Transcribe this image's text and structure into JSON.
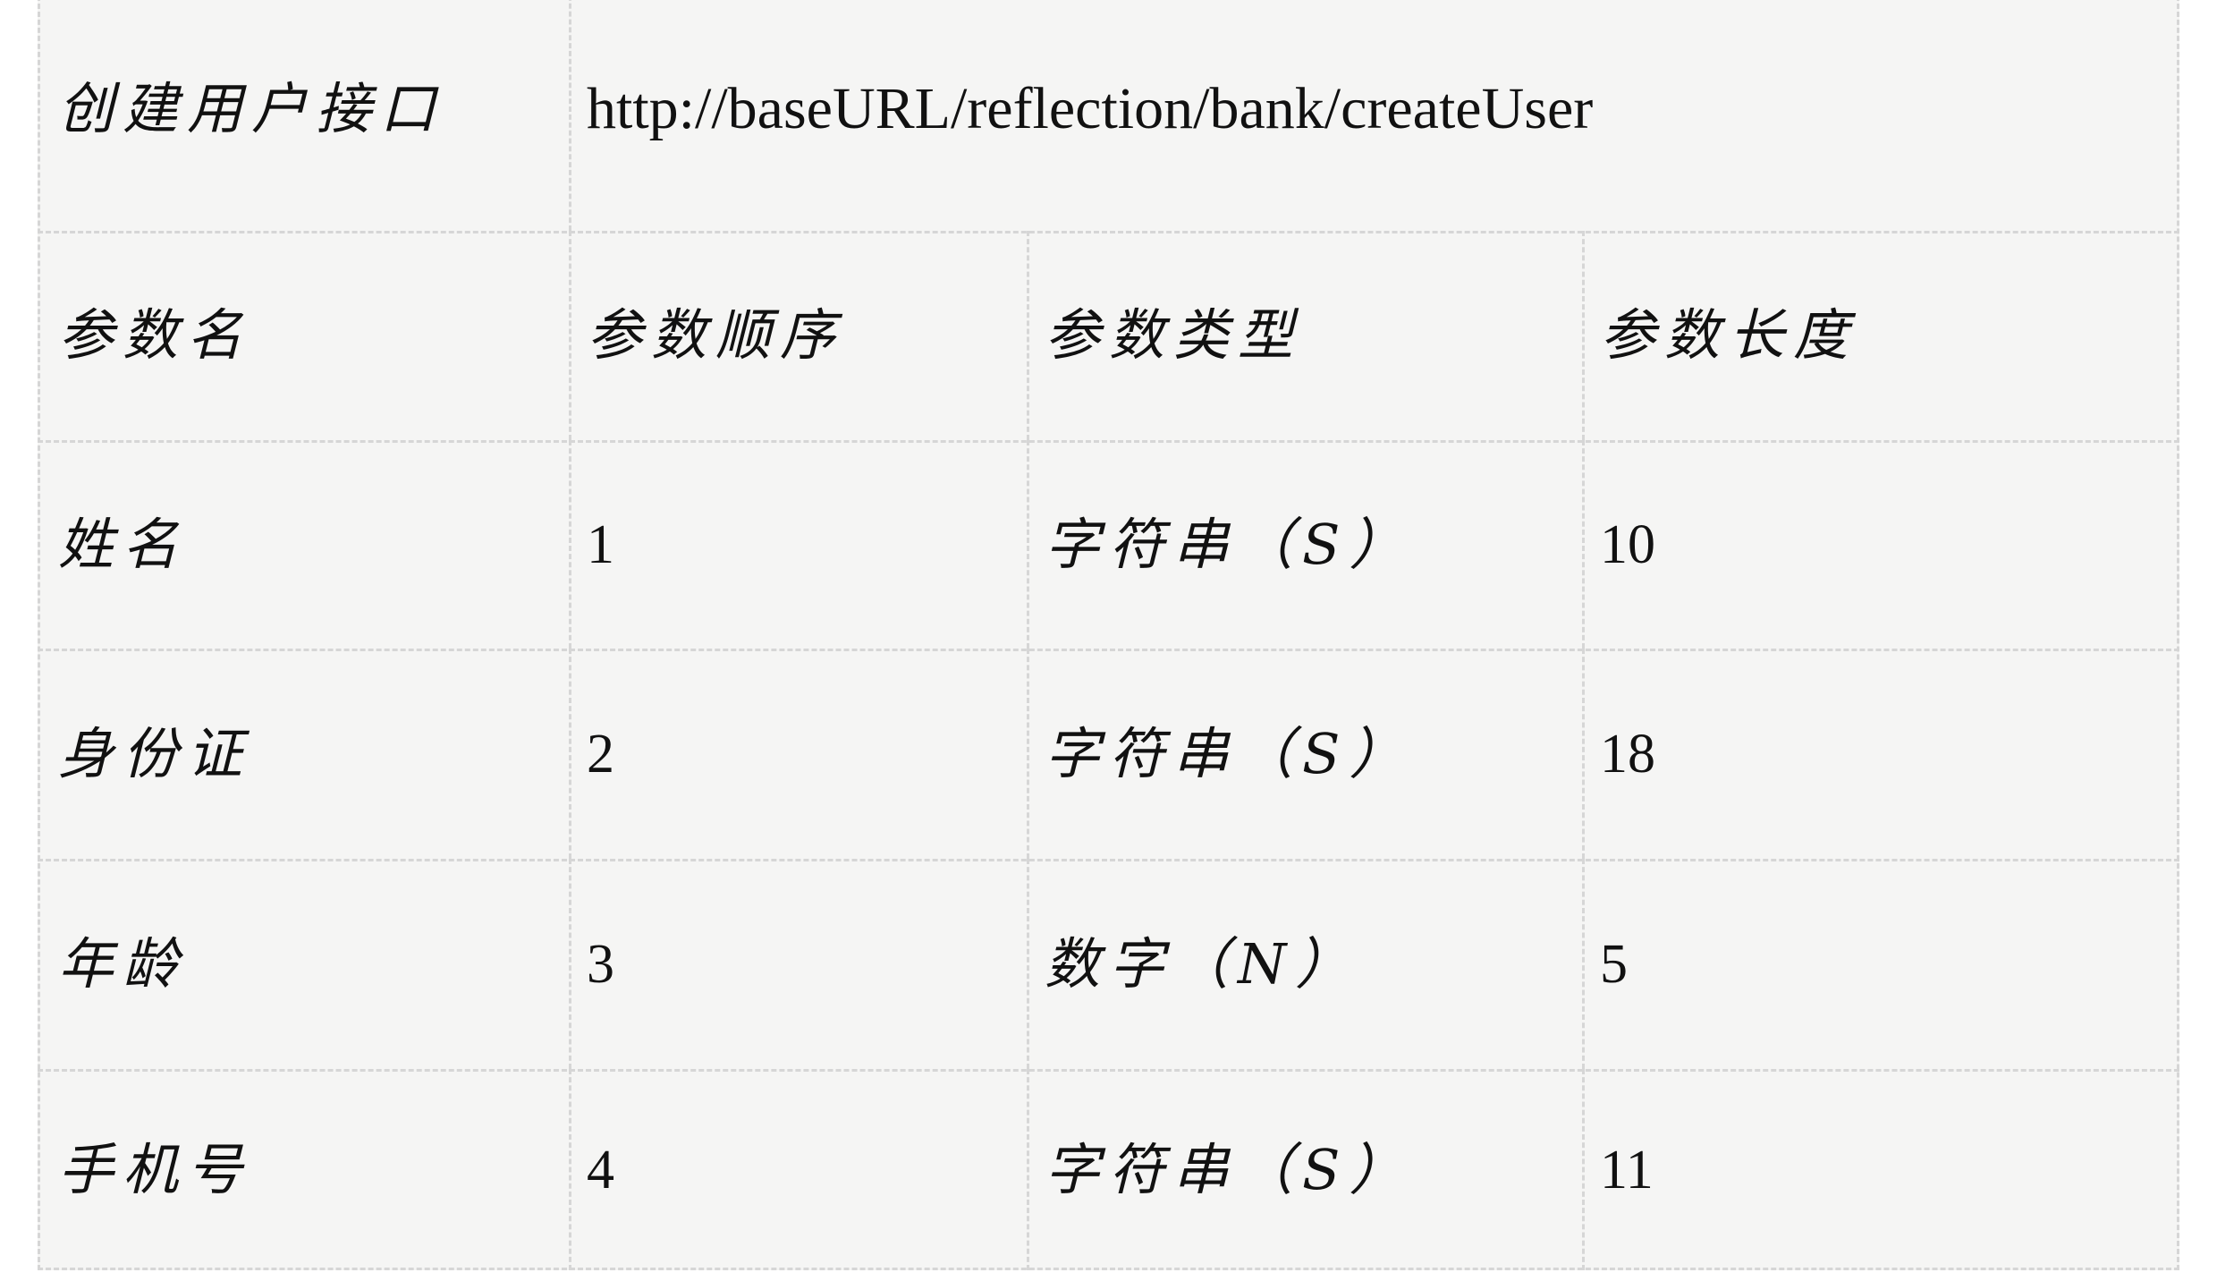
{
  "table": {
    "title_row": {
      "label": "创建用户接口",
      "url": "http://baseURL/reflection/bank/createUser"
    },
    "columns": [
      {
        "key": "name",
        "header": "参数名"
      },
      {
        "key": "order",
        "header": "参数顺序"
      },
      {
        "key": "type",
        "header": "参数类型"
      },
      {
        "key": "length",
        "header": "参数长度"
      }
    ],
    "rows": [
      {
        "name": "姓名",
        "order": "1",
        "type": "字符串（S）",
        "length": "10"
      },
      {
        "name": "身份证",
        "order": "2",
        "type": "字符串（S）",
        "length": "18"
      },
      {
        "name": "年龄",
        "order": "3",
        "type": "数字（N）",
        "length": "5"
      },
      {
        "name": "手机号",
        "order": "4",
        "type": "字符串（S）",
        "length": "11"
      }
    ]
  },
  "colors": {
    "page_background": "#ffffff",
    "table_background": "#f5f5f4",
    "grid_line": "#d6d6d6",
    "text": "#111111"
  }
}
